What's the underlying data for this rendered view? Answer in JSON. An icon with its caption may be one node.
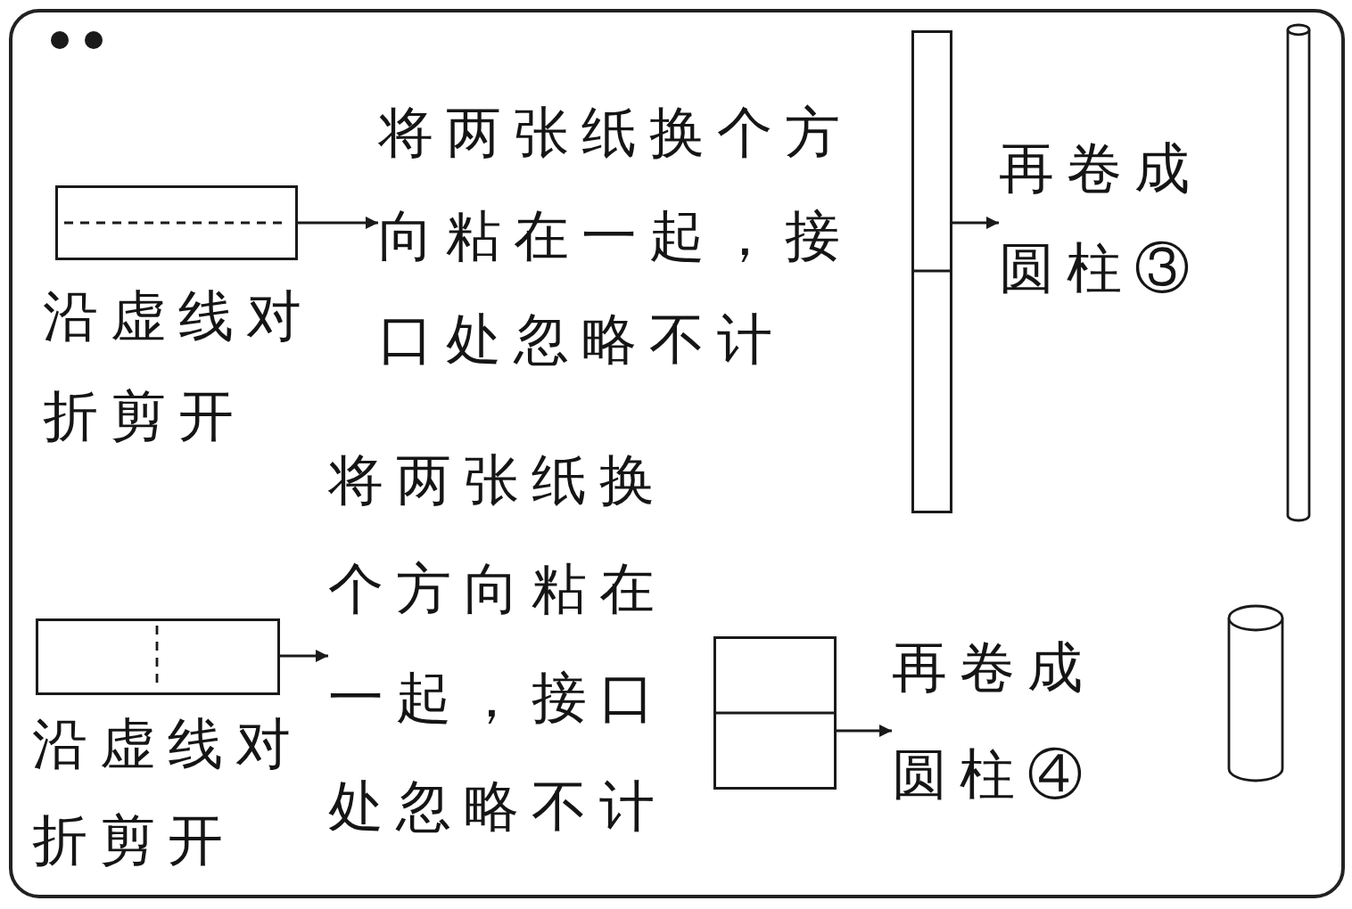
{
  "diagram": {
    "nodes": [
      {
        "text": [],
        "shape": "box",
        "beside": [
          "沿虚线对折剪开"
        ]
      },
      {
        "text": [
          "将两张纸换个方向粘在一起，接口处忽略不计"
        ]
      },
      {
        "text": [],
        "shape": "box"
      },
      {
        "text": [
          "再卷成圆柱③"
        ]
      },
      {
        "text": [],
        "shape": "cylinder"
      },
      {
        "text": [],
        "shape": "box",
        "beside": [
          "沿虚线对折剪开"
        ]
      },
      {
        "text": [
          "将两张纸换个方向粘在一起，接口处忽略不计"
        ]
      },
      {
        "text": [],
        "shape": "box"
      },
      {
        "text": [
          "再卷成圆柱④"
        ]
      },
      {
        "text": [],
        "shape": "cylinder"
      }
    ],
    "edges": [
      {
        "from": 0,
        "to": 1,
        "arrow": "to"
      },
      {
        "from": 2,
        "to": 3,
        "arrow": "to"
      },
      {
        "from": 5,
        "to": 6,
        "arrow": "to"
      },
      {
        "from": 7,
        "to": 8,
        "arrow": "to"
      }
    ]
  }
}
